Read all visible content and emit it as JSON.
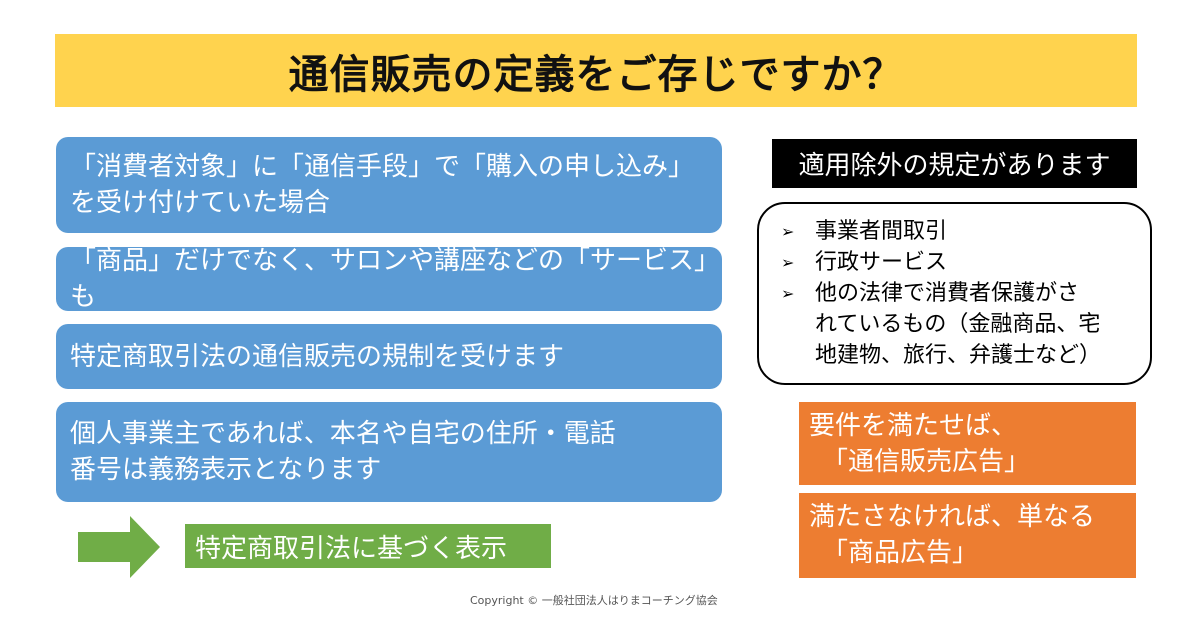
{
  "title": "通信販売の定義をご存じですか？",
  "left_boxes": [
    {
      "text": "「消費者対象」に「通信手段」で「購入の申し込み」\nを受け付けていた場合"
    },
    {
      "text": "「商品」だけでなく、サロンや講座などの「サービス」も"
    },
    {
      "text": "特定商取引法の通信販売の規制を受けます"
    },
    {
      "text": "個人事業主であれば、本名や自宅の住所・電話\n番号は義務表示となります"
    }
  ],
  "arrow": {
    "icon": "right-arrow-icon",
    "color": "#70AD47"
  },
  "result_label": "特定商取引法に基づく表示",
  "exclusion": {
    "heading": "適用除外の規定があります",
    "bullet_icon": "➢",
    "items": [
      "事業者間取引",
      "行政サービス",
      "他の法律で消費者保護がさ\nれているもの（金融商品、宅\n地建物、旅行、弁護士など）"
    ]
  },
  "orange_boxes": [
    {
      "text": "要件を満たせば、\n　「通信販売広告」"
    },
    {
      "text": "満たさなければ、単なる\n　「商品広告」"
    }
  ],
  "copyright": "Copyright © 一般社団法人はりまコーチング協会",
  "colors": {
    "title_bg": "#FFD34E",
    "blue_box": "#5B9BD5",
    "green": "#70AD47",
    "orange": "#ED7D31",
    "black": "#000000"
  }
}
